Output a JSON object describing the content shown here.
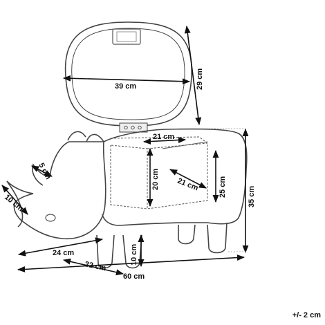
{
  "diagram": {
    "dimensions": {
      "lid_width": "39 cm",
      "lid_height": "29 cm",
      "storage_width": "21 cm",
      "storage_height": "20 cm",
      "storage_depth": "21 cm",
      "body_height": "25 cm",
      "total_height": "35 cm",
      "horn": "5 cm",
      "nose": "10 cm",
      "leg_height": "10 cm",
      "front_length": "24 cm",
      "depth": "32 cm",
      "total_length": "60 cm"
    },
    "tolerance": "+/- 2 cm"
  }
}
